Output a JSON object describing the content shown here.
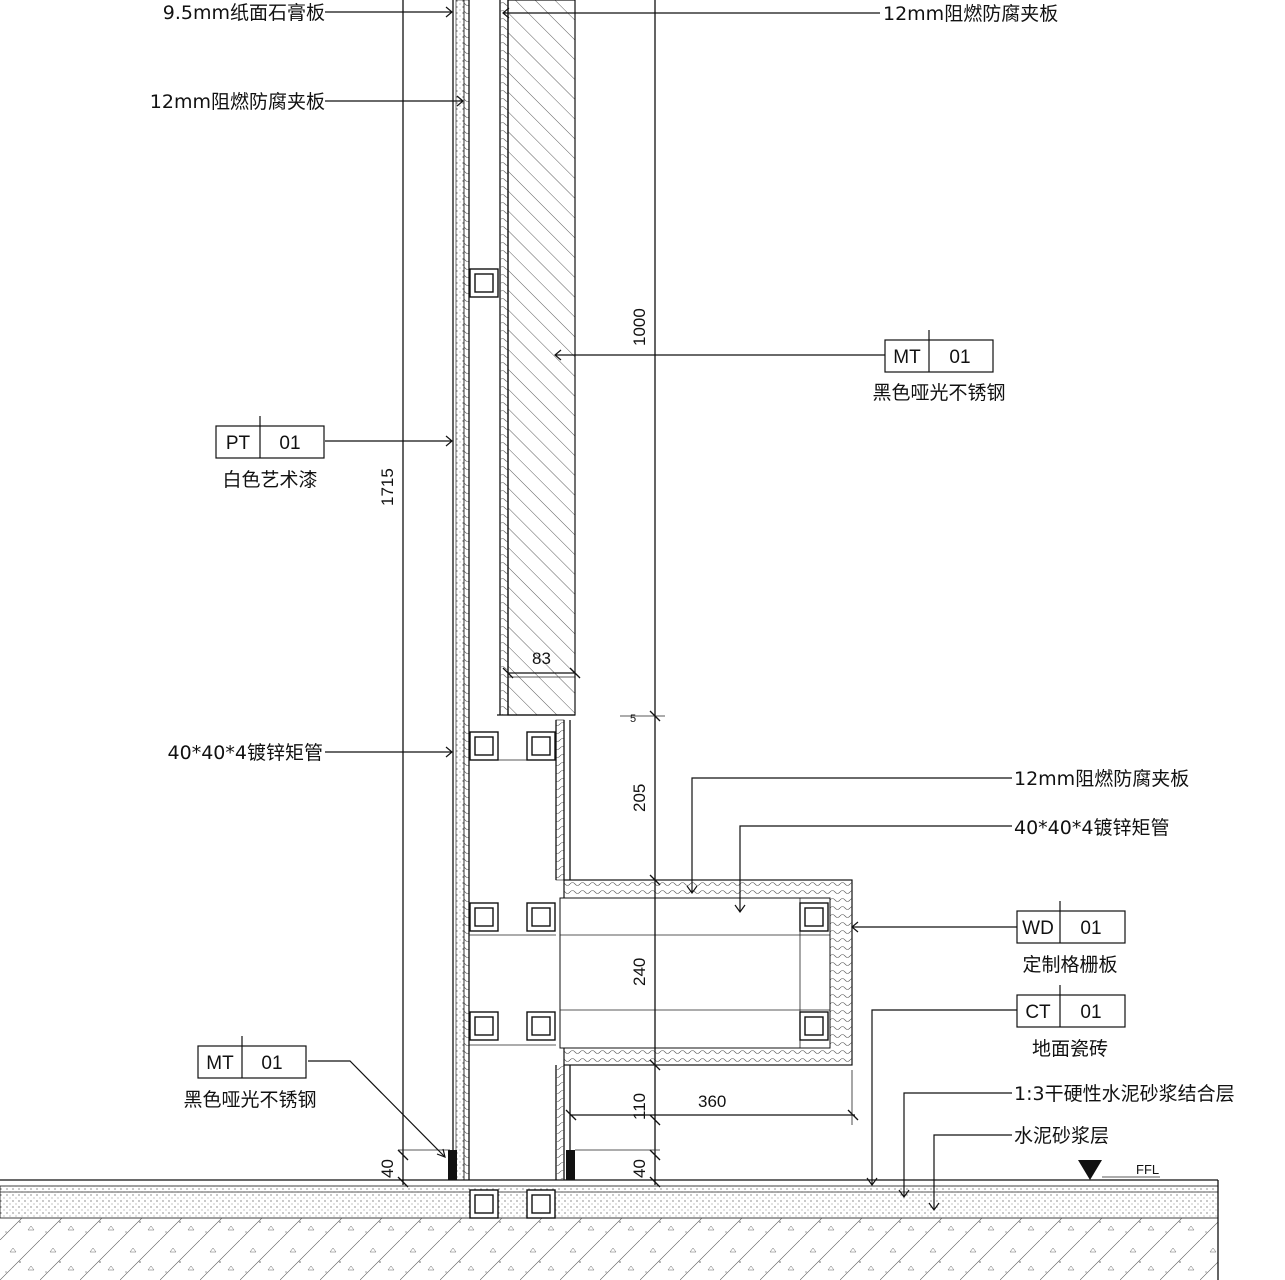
{
  "labels": {
    "gypsum_top": "9.5mm纸面石膏板",
    "plywood_top_right": "12mm阻燃防腐夹板",
    "plywood_left": "12mm阻燃防腐夹板",
    "tube_left": "40*40*4镀锌矩管",
    "plywood_right": "12mm阻燃防腐夹板",
    "tube_right": "40*40*4镀锌矩管",
    "mortar_bond": "1:3干硬性水泥砂浆结合层",
    "mortar_layer": "水泥砂浆层",
    "ffl": "FFL"
  },
  "tags": [
    {
      "code": "MT",
      "num": "01",
      "desc": "黑色哑光不锈钢"
    },
    {
      "code": "PT",
      "num": "01",
      "desc": "白色艺术漆"
    },
    {
      "code": "WD",
      "num": "01",
      "desc": "定制格栅板"
    },
    {
      "code": "CT",
      "num": "01",
      "desc": "地面瓷砖"
    },
    {
      "code": "MT",
      "num": "01",
      "desc": "黑色哑光不锈钢"
    }
  ],
  "dimensions": {
    "d1715": "1715",
    "d1000": "1000",
    "d83": "83",
    "d5": "5",
    "d205": "205",
    "d240": "240",
    "d110": "110",
    "d360": "360",
    "d40_left": "40",
    "d40_right": "40"
  }
}
